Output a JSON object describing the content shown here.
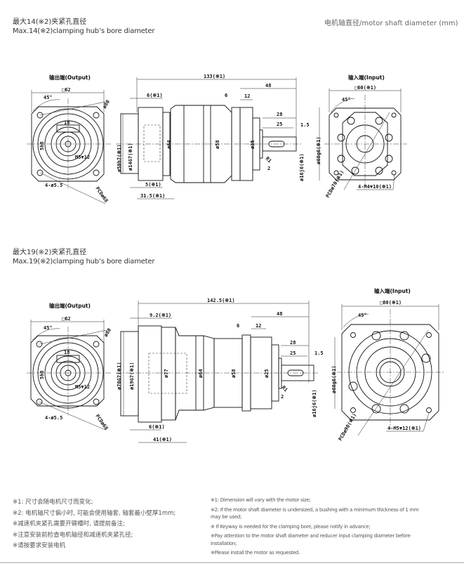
{
  "section1": {
    "title_zh": "最大14(※2)夹紧孔直径",
    "title_en": "Max.14(※2)clamping hub’s bore diameter",
    "unit_note": "电机轴直径/motor shaft diameter (mm)",
    "labels": {
      "output_title": "输出端(Output)",
      "out_square": "□62",
      "out_angle": "45°",
      "out_dia": "ø80",
      "out_key": "18",
      "out_keyw": "5h8",
      "out_thread": "M5▼12",
      "out_holes": "4-ø5.5",
      "out_pcd": "PCDø68",
      "total_len": "133(※1)",
      "d6a": "6(※1)",
      "d6b": "6",
      "d12": "12",
      "d48": "48",
      "d28": "28",
      "d25": "25",
      "d15": "1.5",
      "d_flange": "ø50h7(※1)",
      "d_bore": "ø14G7(※1)",
      "d64": "ø64",
      "d58": "ø58",
      "d35": "ø35",
      "r1": "R1",
      "d2": "2",
      "d_pilot": "ø60g6(※1)",
      "d_shaft": "ø16j6(※1)",
      "d5": "5(※1)",
      "d31": "31.5(※1)",
      "input_title": "输入端(Input)",
      "in_square": "□60(※1)",
      "in_angle": "45°",
      "in_pcd": "PCDø70(※1)",
      "in_holes": "4-M4▼10(※1)"
    }
  },
  "section2": {
    "title_zh": "最大19(※2)夹紧孔直径",
    "title_en": "Max.19(※2)clamping hub’s bore diameter",
    "labels": {
      "output_title": "输出端(Output)",
      "out_square": "□62",
      "out_angle": "45°",
      "out_dia": "ø80",
      "out_key": "18",
      "out_keyw": "5h8",
      "out_thread": "M5▼12",
      "out_holes": "4-ø5.5",
      "out_pcd": "PCDø68",
      "total_len": "142.5(※1)",
      "d92": "9.2(※1)",
      "d6b": "6",
      "d12": "12",
      "d48": "48",
      "d28": "28",
      "d25": "25",
      "d15": "1.5",
      "d_flange": "ø70G7(※1)",
      "d_bore": "ø19G7(※1)",
      "d77": "ø77",
      "d64": "ø64",
      "d58": "ø58",
      "d35": "ø25",
      "r1": "R1",
      "d2": "2",
      "d_pilot": "ø60g6(※1)",
      "d_shaft": "ø16j6(※1)",
      "d6": "6(※1)",
      "d41": "41(※1)",
      "input_title": "输入端(Input)",
      "in_square": "□80(※1)",
      "in_angle": "45°",
      "in_pcd": "PCDø90(※1)",
      "in_holes": "4-M5▼12(※1)"
    }
  },
  "notes_zh": [
    "※1: 尺寸会随电机尺寸而变化;",
    "※2: 电机轴尺寸偏小时, 可能会使用轴套, 轴套最小壁厚1mm;",
    "※减速机夹紧孔需要开键槽时, 请提前备注;",
    "※注意安装前检查电机轴径和减速机夹紧孔径;",
    "※请按要求安装电机"
  ],
  "notes_en": [
    "※1: Dimension will vary with the motor size;",
    "※2: If the motor shaft diameter is undersized, a bushing with a minimum thickness of 1 mm may be used;",
    "※ If Keyway is needed for the clamping bore, please notify in advance;",
    "※Pay attention to the motor shaft diameter and reducer input clamping diameter before installation;",
    "※Please install the motor as requested."
  ]
}
